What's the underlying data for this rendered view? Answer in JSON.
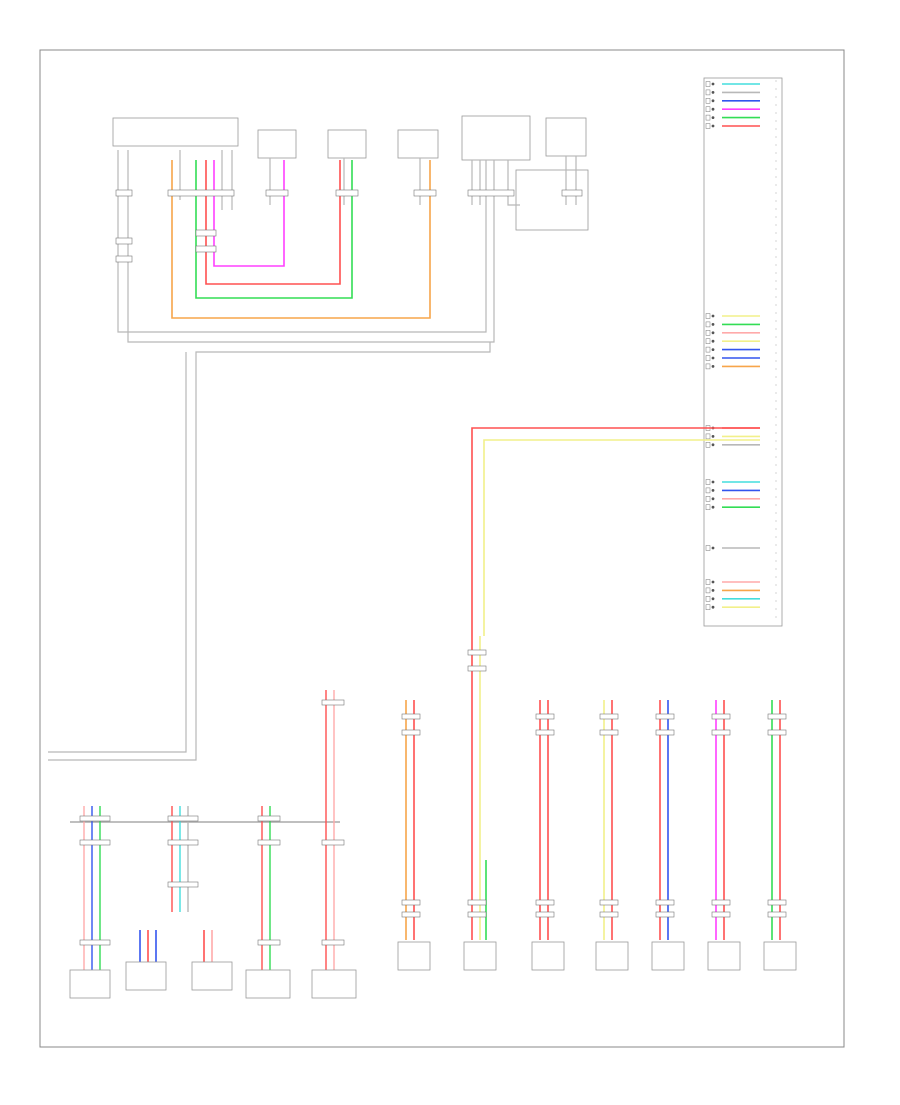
{
  "page": {
    "corner_label": "",
    "left_branch_label_a": "",
    "left_branch_label_b": ""
  },
  "colors": {
    "orange": "#f7a54a",
    "magenta": "#ff40ff",
    "red": "#ff5050",
    "green": "#33dd55",
    "yellow": "#f2f08a",
    "blue": "#3355ee",
    "cyan": "#44dddd",
    "pink": "#ffaaaa",
    "gray": "#b8b8b8",
    "border": "#888888"
  },
  "top_components": [
    {
      "id": "tc1",
      "label": ""
    },
    {
      "id": "tc2",
      "label": ""
    },
    {
      "id": "tc3",
      "label": ""
    },
    {
      "id": "tc4",
      "label": ""
    },
    {
      "id": "tc5",
      "label": ""
    },
    {
      "id": "tc6",
      "label": ""
    }
  ],
  "right_connector": {
    "label": "",
    "groups": [
      {
        "side_label": "",
        "wire_colors": [
          "cyan",
          "gray",
          "blue",
          "magenta",
          "green",
          "red"
        ]
      },
      {
        "side_label": "",
        "wire_colors": [
          "yellow",
          "green",
          "pink",
          "yellow",
          "blue",
          "blue",
          "orange"
        ]
      },
      {
        "side_label": "",
        "wire_colors": [
          "red",
          "yellow",
          "gray"
        ]
      },
      {
        "side_label": "",
        "wire_colors": [
          "cyan",
          "blue",
          "pink",
          "green"
        ]
      },
      {
        "side_label": "",
        "wire_colors": [
          "gray"
        ]
      },
      {
        "side_label": "",
        "wire_colors": [
          "pink",
          "orange",
          "cyan",
          "yellow"
        ]
      }
    ]
  },
  "bottom_modules": [
    {
      "id": "bm1",
      "label": ""
    },
    {
      "id": "bm2",
      "label": ""
    },
    {
      "id": "bm3",
      "label": ""
    },
    {
      "id": "bm4",
      "label": ""
    },
    {
      "id": "bm5",
      "label": ""
    },
    {
      "id": "bm6",
      "label": ""
    },
    {
      "id": "bm7",
      "label": ""
    },
    {
      "id": "bm8",
      "label": ""
    },
    {
      "id": "bm9",
      "label": ""
    },
    {
      "id": "bm10",
      "label": ""
    },
    {
      "id": "bm11",
      "label": ""
    },
    {
      "id": "bm12",
      "label": ""
    },
    {
      "id": "bm13",
      "label": ""
    }
  ]
}
